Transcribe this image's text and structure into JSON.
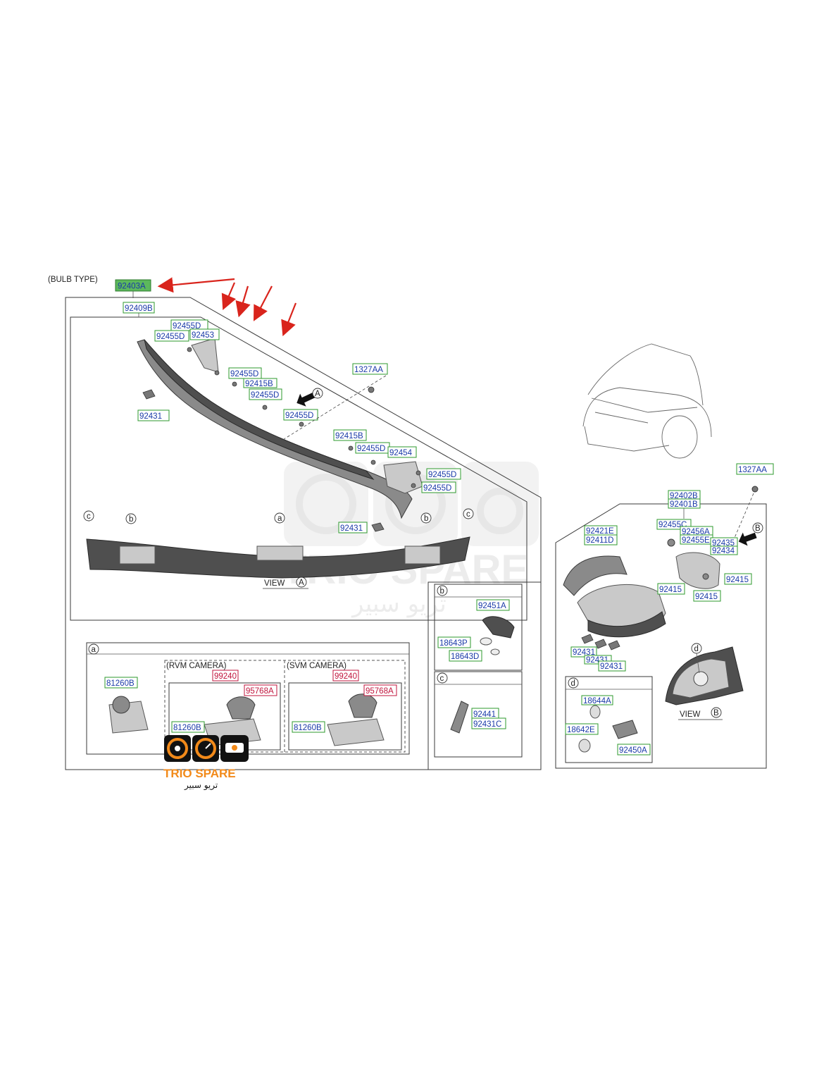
{
  "header": {
    "bulb_type": "(BULB TYPE)"
  },
  "highlight_part": "92403A",
  "left_assembly": {
    "assembly_part": "92409B",
    "parts": [
      "92455D",
      "92455D",
      "92453",
      "92455D",
      "92415B",
      "92455D",
      "92431",
      "92455D",
      "1327AA",
      "92415B",
      "92455D",
      "92454",
      "92455D",
      "92455D",
      "92431"
    ],
    "callouts": {
      "a": "a",
      "b": "b",
      "c": "c",
      "A": "A"
    },
    "view_label": "VIEW",
    "view_letter": "A"
  },
  "inset_a": {
    "letter": "a",
    "rvm_label": "(RVM CAMERA)",
    "svm_label": "(SVM CAMERA)",
    "parts": [
      "81260B",
      "99240",
      "95768A",
      "81260B",
      "99240",
      "95768A",
      "81260B"
    ]
  },
  "inset_b": {
    "letter": "b",
    "parts": [
      "92451A",
      "18643P",
      "18643D"
    ]
  },
  "inset_c": {
    "letter": "c",
    "parts": [
      "92441",
      "92431C"
    ]
  },
  "right_assembly": {
    "parts": [
      "1327AA",
      "92402B",
      "92401B",
      "92421E",
      "92411D",
      "92455C",
      "92456A",
      "92455E",
      "92435",
      "92434",
      "92415",
      "92415",
      "92415",
      "92431",
      "92431",
      "92431"
    ],
    "callouts": {
      "B": "B",
      "d": "d"
    },
    "view_label": "VIEW",
    "view_letter": "B"
  },
  "inset_d": {
    "letter": "d",
    "parts": [
      "18644A",
      "18642E",
      "92450A"
    ]
  },
  "watermark": {
    "brand": "TRIO SPARE",
    "brand_ar": "تريو سبير"
  },
  "logo": {
    "brand": "TRIO SPARE",
    "brand_ar": "تريو سبير"
  },
  "colors": {
    "label_blue": "#1a3aa8",
    "box_green": "#2e9a2e",
    "highlight_green": "#5cb85c",
    "arrow_red": "#d9241c",
    "label_red": "#c0143c",
    "logo_orange": "#f28a1a"
  }
}
